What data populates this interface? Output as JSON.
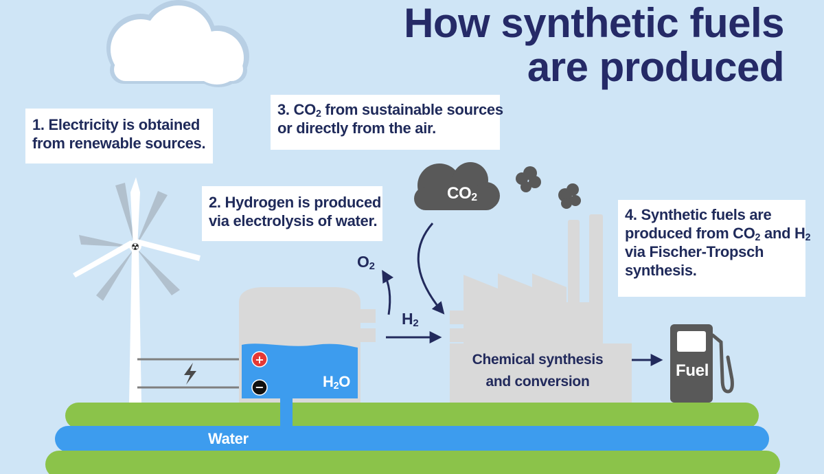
{
  "title": {
    "line1": "How synthetic fuels",
    "line2": "are produced"
  },
  "steps": {
    "s1": {
      "line1": "1. Electricity is obtained",
      "line2": "from renewable sources."
    },
    "s2": {
      "line1": "2. Hydrogen is produced",
      "line2": "via electrolysis of water."
    },
    "s3": {
      "line1_pre": "3. CO",
      "line1_sub": "2",
      "line1_post": " from sustainable sources",
      "line2": "or directly from the air."
    },
    "s4": {
      "line1": "4. Synthetic fuels are",
      "line2_pre": "produced from CO",
      "line2_sub1": "2",
      "line2_mid": " and H",
      "line2_sub2": "2",
      "line3": "via Fischer-Tropsch",
      "line4": "synthesis."
    }
  },
  "labels": {
    "co2_cloud": {
      "base": "CO",
      "sub": "2"
    },
    "o2": {
      "base": "O",
      "sub": "2"
    },
    "h2": {
      "base": "H",
      "sub": "2"
    },
    "h2o": {
      "base": "H",
      "sub": "2",
      "post": "O"
    },
    "synthesis_line1": "Chemical synthesis",
    "synthesis_line2": "and conversion",
    "fuel": "Fuel",
    "water": "Water",
    "plus": "+",
    "minus": "−"
  },
  "icons": [
    "cloud-icon",
    "wind-turbine-icon",
    "electrolyzer-icon",
    "lightning-icon",
    "co2-cloud-icon",
    "smoke-icon",
    "factory-icon",
    "fuel-pump-icon"
  ],
  "colors": {
    "sky": "#cfe5f6",
    "navy": "#252a67",
    "grass": "#8bc34a",
    "water": "#3d9cee",
    "grey": "#d9d9d9",
    "dark_grey": "#595959",
    "plus_red": "#e53935"
  }
}
